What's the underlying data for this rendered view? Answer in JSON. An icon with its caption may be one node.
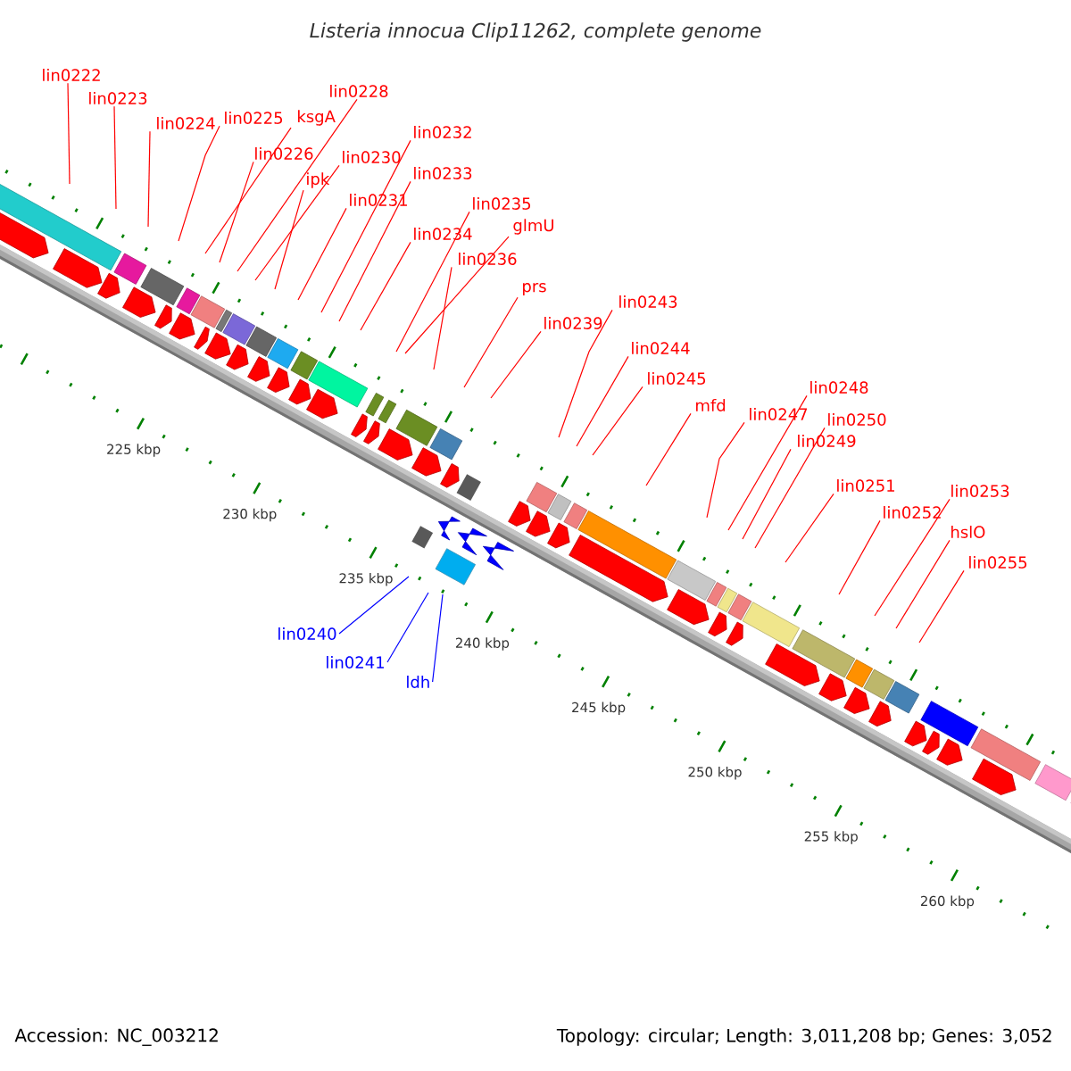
{
  "diagram": {
    "title": "Listeria innocua Clip11262, complete genome",
    "nodes": [
      {
        "text": [
          "lin0222"
        ]
      },
      {
        "text": [
          "lin0228"
        ]
      },
      {
        "text": [
          "lin0223"
        ]
      },
      {
        "text": [
          "lin0225"
        ]
      },
      {
        "text": [
          "ksgA"
        ]
      },
      {
        "text": [
          "lin0224"
        ]
      },
      {
        "text": [
          "lin0232"
        ]
      },
      {
        "text": [
          "lin0226"
        ]
      },
      {
        "text": [
          "lin0230"
        ]
      },
      {
        "text": [
          "lin0233"
        ]
      },
      {
        "text": [
          "ipk"
        ]
      },
      {
        "text": [
          "lin0231"
        ]
      },
      {
        "text": [
          "lin0235"
        ]
      },
      {
        "text": [
          "glmU"
        ]
      },
      {
        "text": [
          "lin0234"
        ]
      },
      {
        "text": [
          "lin0236"
        ]
      },
      {
        "text": [
          "prs"
        ]
      },
      {
        "text": [
          "lin0243"
        ]
      },
      {
        "text": [
          "lin0239"
        ]
      },
      {
        "text": [
          "lin0244"
        ]
      },
      {
        "text": [
          "lin0245"
        ]
      },
      {
        "text": [
          "lin0248"
        ]
      },
      {
        "text": [
          "mfd"
        ]
      },
      {
        "text": [
          "lin0247"
        ]
      },
      {
        "text": [
          "lin0250"
        ]
      },
      {
        "text": [
          "lin0249"
        ]
      },
      {
        "text": [
          "lin0251"
        ]
      },
      {
        "text": [
          "lin0253"
        ]
      },
      {
        "text": [
          "lin0252"
        ]
      },
      {
        "text": [
          "hslO"
        ]
      },
      {
        "text": [
          "lin0255"
        ]
      },
      {
        "text": [
          "lin0240"
        ]
      },
      {
        "text": [
          "lin0241"
        ]
      },
      {
        "text": [
          "ldh"
        ]
      }
    ],
    "edges": [
      {
        "from": 0,
        "to": null,
        "arrow": "none"
      },
      {
        "from": 1,
        "to": null,
        "arrow": "none"
      },
      {
        "from": 2,
        "to": null,
        "arrow": "none"
      },
      {
        "from": 3,
        "to": null,
        "arrow": "none"
      },
      {
        "from": 4,
        "to": null,
        "arrow": "none"
      },
      {
        "from": 5,
        "to": null,
        "arrow": "none"
      },
      {
        "from": 6,
        "to": null,
        "arrow": "none"
      },
      {
        "from": 7,
        "to": null,
        "arrow": "none"
      },
      {
        "from": 8,
        "to": null,
        "arrow": "none"
      },
      {
        "from": 9,
        "to": null,
        "arrow": "none"
      },
      {
        "from": 10,
        "to": null,
        "arrow": "none"
      },
      {
        "from": 11,
        "to": null,
        "arrow": "none"
      },
      {
        "from": 12,
        "to": null,
        "arrow": "none"
      },
      {
        "from": 13,
        "to": null,
        "arrow": "none"
      },
      {
        "from": 14,
        "to": null,
        "arrow": "none"
      },
      {
        "from": 15,
        "to": null,
        "arrow": "none"
      },
      {
        "from": 16,
        "to": null,
        "arrow": "none"
      },
      {
        "from": 17,
        "to": null,
        "arrow": "none"
      },
      {
        "from": 18,
        "to": null,
        "arrow": "none"
      },
      {
        "from": 19,
        "to": null,
        "arrow": "none"
      },
      {
        "from": 20,
        "to": null,
        "arrow": "none"
      },
      {
        "from": 21,
        "to": null,
        "arrow": "none"
      },
      {
        "from": 22,
        "to": null,
        "arrow": "none"
      },
      {
        "from": 23,
        "to": null,
        "arrow": "none"
      },
      {
        "from": 24,
        "to": null,
        "arrow": "none"
      },
      {
        "from": 25,
        "to": null,
        "arrow": "none"
      },
      {
        "from": 26,
        "to": null,
        "arrow": "none"
      },
      {
        "from": 27,
        "to": null,
        "arrow": "none"
      },
      {
        "from": 28,
        "to": null,
        "arrow": "none"
      },
      {
        "from": 29,
        "to": null,
        "arrow": "none"
      },
      {
        "from": 30,
        "to": null,
        "arrow": "none"
      },
      {
        "from": 31,
        "to": null,
        "arrow": "none",
        "color": "#0000ff"
      },
      {
        "from": 32,
        "to": null,
        "arrow": "none",
        "color": "#0000ff"
      },
      {
        "from": 33,
        "to": null,
        "arrow": "none",
        "color": "#0000ff"
      }
    ],
    "labels": [
      "225 kbp",
      "230 kbp",
      "235 kbp",
      "240 kbp",
      "245 kbp",
      "250 kbp",
      "255 kbp",
      "260 kbp",
      "Accession: NC_003212",
      "Topology: circular; Length: 3,011,208 bp; Genes: 3,052"
    ]
  }
}
